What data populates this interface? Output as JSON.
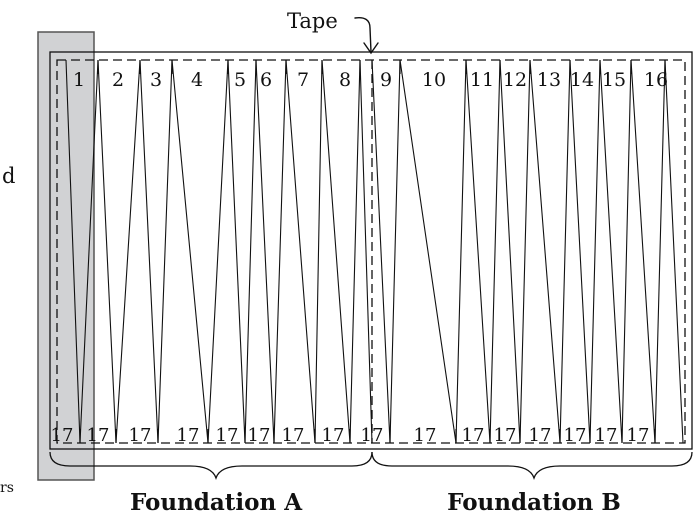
{
  "labels": {
    "tape": "Tape",
    "foundation_a": "Foundation A",
    "foundation_b": "Foundation B",
    "left_fragment": "d",
    "left_bottom_fragment": "rs"
  },
  "top_pieces": [
    "1",
    "2",
    "3",
    "4",
    "5",
    "6",
    "7",
    "8",
    "9",
    "10",
    "11",
    "12",
    "13",
    "14",
    "15",
    "16"
  ],
  "bottom_pieces": [
    "17",
    "17",
    "17",
    "17",
    "17",
    "17",
    "17",
    "17",
    "17",
    "17",
    "17",
    "17",
    "17",
    "17",
    "17",
    "17"
  ],
  "colors": {
    "line": "#111111",
    "highlight_fill": "#d1d2d4",
    "highlight_stroke": "#555555",
    "background": "#ffffff"
  },
  "icons": [
    "tape-arrow-icon"
  ]
}
